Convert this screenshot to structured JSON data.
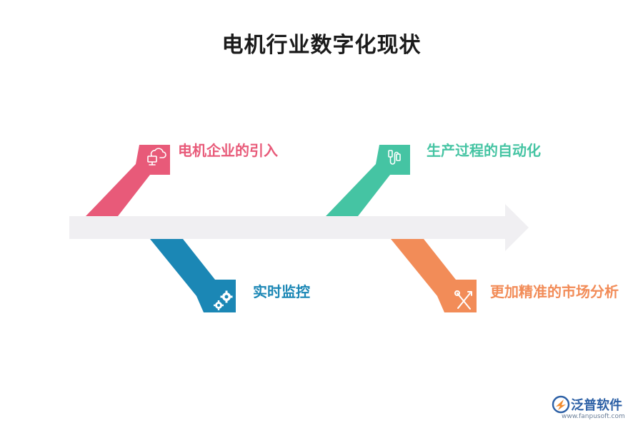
{
  "title": "电机行业数字化现状",
  "branches": [
    {
      "label": "电机企业的引入",
      "color": "#e85a79",
      "icon": "cloud-monitor-icon"
    },
    {
      "label": "生产过程的自动化",
      "color": "#45c4a3",
      "icon": "usb-cable-icon"
    },
    {
      "label": "实时监控",
      "color": "#1b87b5",
      "icon": "gears-icon"
    },
    {
      "label": "更加精准的市场分析",
      "color": "#f28c58",
      "icon": "tools-icon"
    }
  ],
  "spine_color": "#f0eff2",
  "logo": {
    "name": "泛普软件",
    "url": "www.fanpusoft.com"
  }
}
